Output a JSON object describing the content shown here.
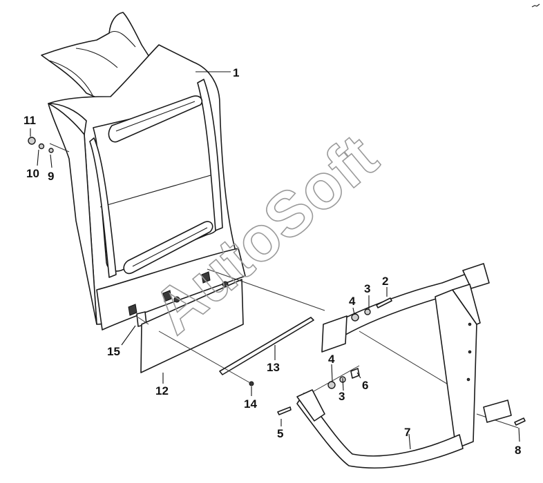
{
  "watermark": "AutoSoft",
  "callouts": [
    {
      "id": "1",
      "label": "1",
      "part": "mudflap-body"
    },
    {
      "id": "2",
      "label": "2",
      "part": "bolt-upper"
    },
    {
      "id": "3a",
      "label": "3",
      "part": "washer-upper"
    },
    {
      "id": "4a",
      "label": "4",
      "part": "washer-upper-outer"
    },
    {
      "id": "3b",
      "label": "3",
      "part": "washer-lower"
    },
    {
      "id": "4b",
      "label": "4",
      "part": "washer-lower-outer"
    },
    {
      "id": "5",
      "label": "5",
      "part": "bolt-lower"
    },
    {
      "id": "6",
      "label": "6",
      "part": "nut"
    },
    {
      "id": "7",
      "label": "7",
      "part": "bracket-frame"
    },
    {
      "id": "8",
      "label": "8",
      "part": "bolt-frame"
    },
    {
      "id": "9",
      "label": "9",
      "part": "washer-side"
    },
    {
      "id": "10",
      "label": "10",
      "part": "washer-side-outer"
    },
    {
      "id": "11",
      "label": "11",
      "part": "nut-side"
    },
    {
      "id": "12",
      "label": "12",
      "part": "flap"
    },
    {
      "id": "13",
      "label": "13",
      "part": "strip"
    },
    {
      "id": "14",
      "label": "14",
      "part": "screw"
    },
    {
      "id": "15",
      "label": "15",
      "part": "clip"
    }
  ]
}
